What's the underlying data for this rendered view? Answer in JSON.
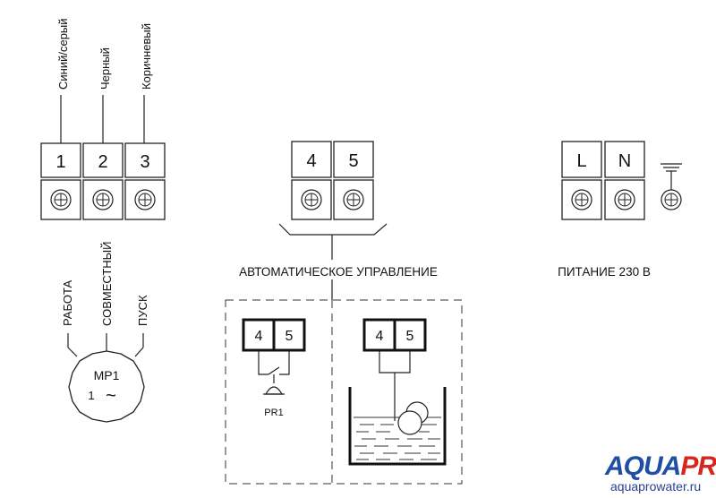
{
  "wire_labels": {
    "blue_gray": "Синий/серый",
    "black": "Черный",
    "brown": "Коричневый"
  },
  "terminals_left": [
    "1",
    "2",
    "3"
  ],
  "terminals_mid": [
    "4",
    "5"
  ],
  "terminals_right": [
    "L",
    "N"
  ],
  "mode_labels": {
    "work": "РАБОТА",
    "common": "СОВМЕСТНЫЙ",
    "start": "ПУСК"
  },
  "motor": {
    "name": "MP1",
    "phase": "1",
    "ac_symbol": "~"
  },
  "auto_control_title": "АВТОМАТИЧЕСКОЕ УПРАВЛЕНИЕ",
  "power_title": "ПИТАНИЕ 230 В",
  "pressure_relay": {
    "terminals": [
      "4",
      "5"
    ],
    "name": "PR1"
  },
  "float_switch": {
    "terminals": [
      "4",
      "5"
    ]
  },
  "brand": {
    "name_part1": "AQUA",
    "name_part2": "PRO",
    "url": "aquaprowater.ru"
  }
}
